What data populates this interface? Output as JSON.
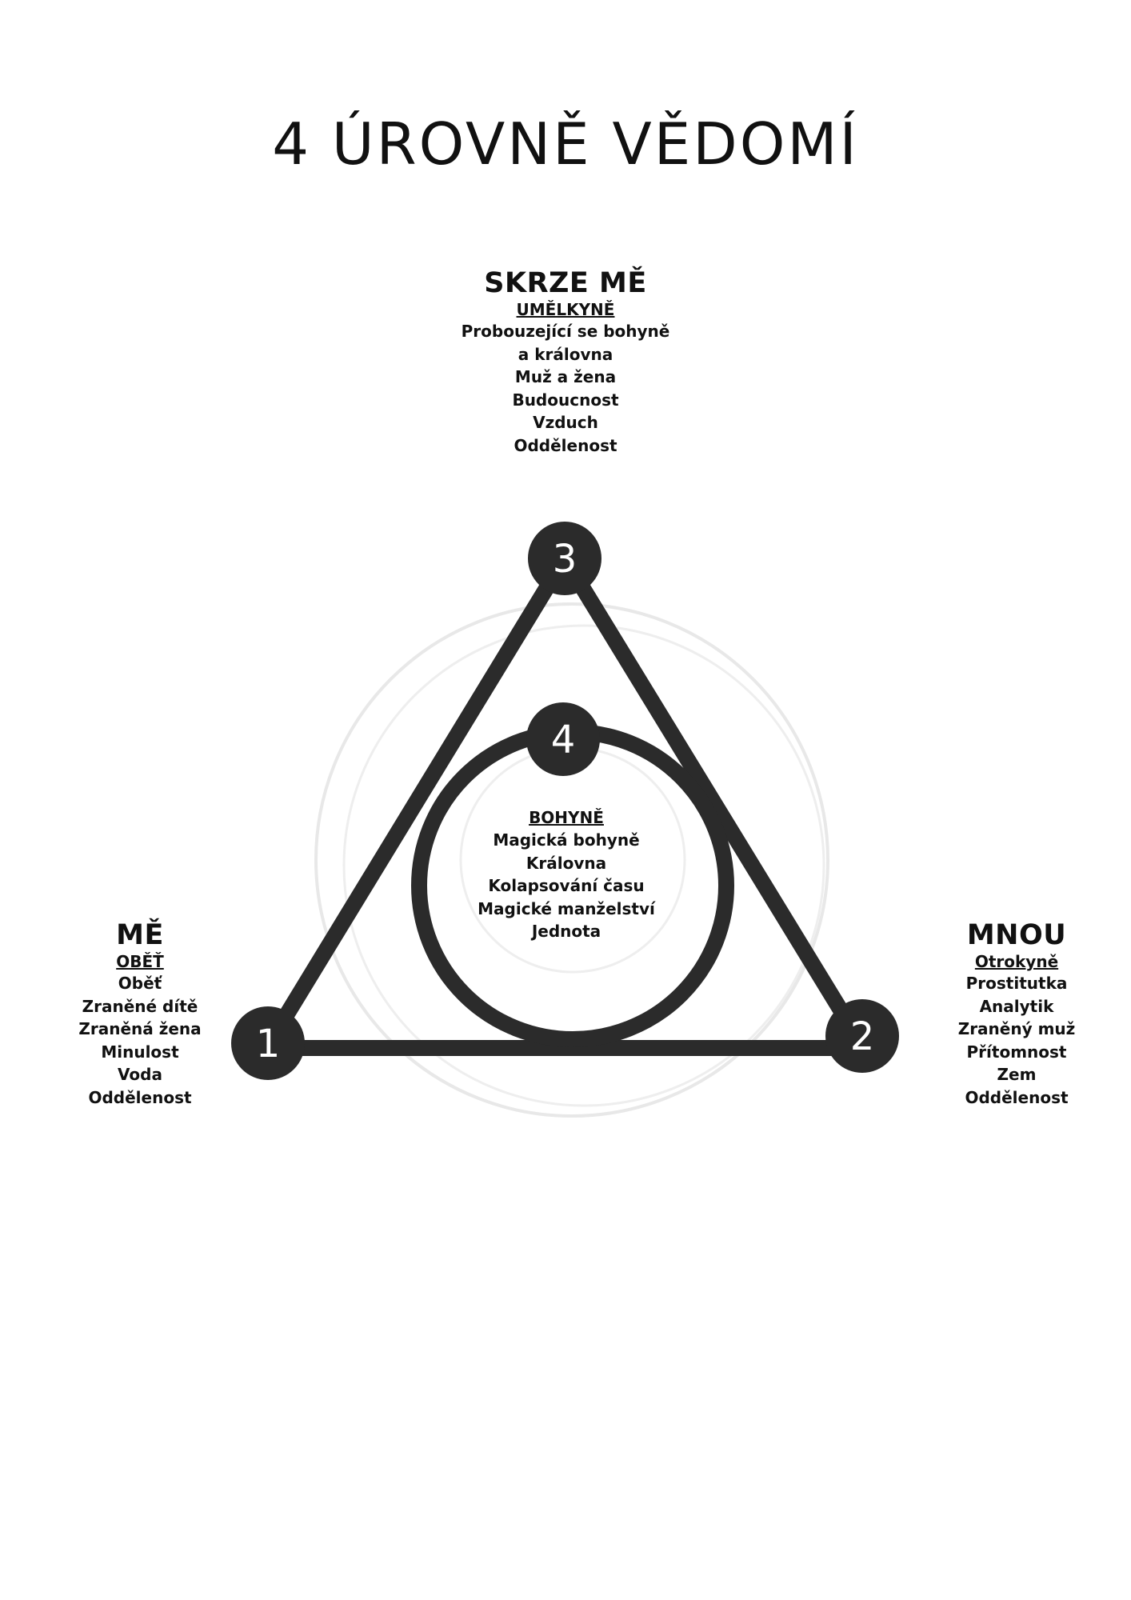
{
  "title": "4 ÚROVNĚ VĚDOMÍ",
  "nodes": [
    {
      "number": "1"
    },
    {
      "number": "2"
    },
    {
      "number": "3"
    },
    {
      "number": "4"
    }
  ],
  "top": {
    "heading": "SKRZE MĚ",
    "subheading": "UMĚLKYNĚ",
    "items": [
      "Probouzející se bohyně",
      "a královna",
      "Muž a žena",
      "Budoucnost",
      "Vzduch",
      "Oddělenost"
    ]
  },
  "left": {
    "heading": "MĚ",
    "subheading": "OBĚŤ",
    "items": [
      "Oběť",
      "Zraněné dítě",
      "Zraněná žena",
      "Minulost",
      "Voda",
      "Oddělenost"
    ]
  },
  "right": {
    "heading": "MNOU",
    "subheading": "Otrokyně",
    "items": [
      "Prostitutka",
      "Analytik",
      "Zraněný muž",
      "Přítomnost",
      "Zem",
      "Oddělenost"
    ]
  },
  "center": {
    "subheading": "BOHYNĚ",
    "items": [
      "Magická bohyně",
      "Královna",
      "Kolapsování času",
      "Magické manželství",
      "Jednota"
    ]
  },
  "colors": {
    "ink": "#2b2b2b",
    "faint_rings": "#e6e6e6",
    "node_text": "#ffffff"
  }
}
